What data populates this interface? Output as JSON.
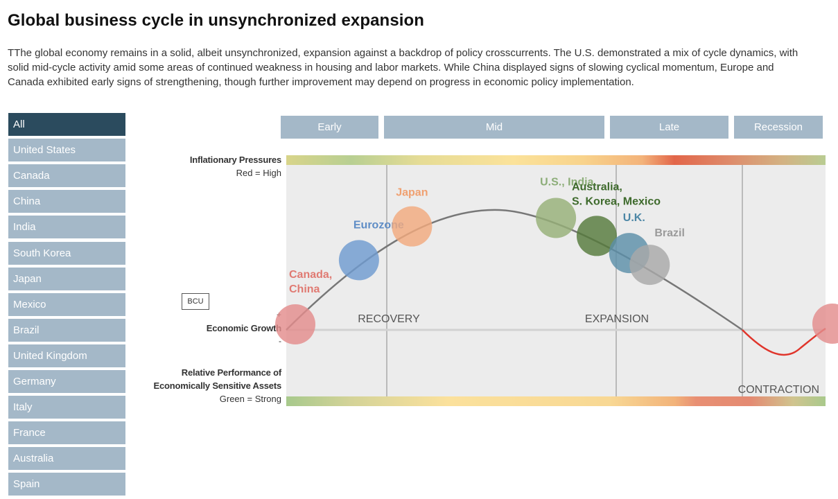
{
  "title": "Global business cycle in unsynchronized expansion",
  "intro": "TThe global economy remains in a solid, albeit unsynchronized, expansion against a backdrop of policy crosscurrents. The U.S. demonstrated a mix of cycle dynamics, with solid mid-cycle activity amid some areas of continued weakness in housing and labor markets. While China displayed signs of slowing cyclical momentum, Europe and Canada exhibited early signs of strengthening, though further improvement may depend on progress in economic policy implementation.",
  "countries": [
    "All",
    "United States",
    "Canada",
    "China",
    "India",
    "South Korea",
    "Japan",
    "Mexico",
    "Brazil",
    "United Kingdom",
    "Germany",
    "Italy",
    "France",
    "Australia",
    "Spain"
  ],
  "active_country": "All",
  "phase_tabs": [
    "Early",
    "Mid",
    "Late",
    "Recession"
  ],
  "labels": {
    "inflation_title": "Inflationary Pressures",
    "inflation_key": "Red = High",
    "growth_plus": "+",
    "growth_title": "Economic Growth",
    "growth_minus": "-",
    "assets_title_1": "Relative Performance of",
    "assets_title_2": "Economically Sensitive Assets",
    "assets_key": "Green = Strong",
    "bcu": "BCU"
  },
  "colors": {
    "button": "#a4b8c8",
    "button_active": "#2b4b5e",
    "plot_bg": "#ececec",
    "curve": "#777777",
    "recession_curve": "#e0352b"
  },
  "chart_data": {
    "type": "scatter",
    "phase_regions": [
      "RECOVERY",
      "EXPANSION",
      "CONTRACTION"
    ],
    "points": [
      {
        "label_lines": [
          "Canada,",
          "China"
        ],
        "position": 0.02,
        "color": "#e38c8c",
        "label_color": "#e07a72"
      },
      {
        "label_lines": [
          "Eurozone"
        ],
        "position": 0.185,
        "color": "#6f9bd0",
        "label_color": "#5f8dc6"
      },
      {
        "label_lines": [
          "Japan"
        ],
        "position": 0.305,
        "color": "#f2aa7e",
        "label_color": "#f0a070"
      },
      {
        "label_lines": [
          "U.S., India"
        ],
        "position": 0.59,
        "color": "#96b078",
        "label_color": "#8cad78"
      },
      {
        "label_lines": [
          "Australia,",
          "S. Korea, Mexico"
        ],
        "position": 0.675,
        "color": "#557a3c",
        "label_color": "#3e6a2c"
      },
      {
        "label_lines": [
          "U.K."
        ],
        "position": 0.745,
        "color": "#5c8fa8",
        "label_color": "#4d87a6"
      },
      {
        "label_lines": [
          "Brazil"
        ],
        "position": 0.79,
        "color": "#a8a8a8",
        "label_color": "#9a9a9a"
      },
      {
        "label_lines": [
          ""
        ],
        "position": 0.995,
        "color": "#e38c8c",
        "label_color": "#e07a72"
      }
    ]
  }
}
